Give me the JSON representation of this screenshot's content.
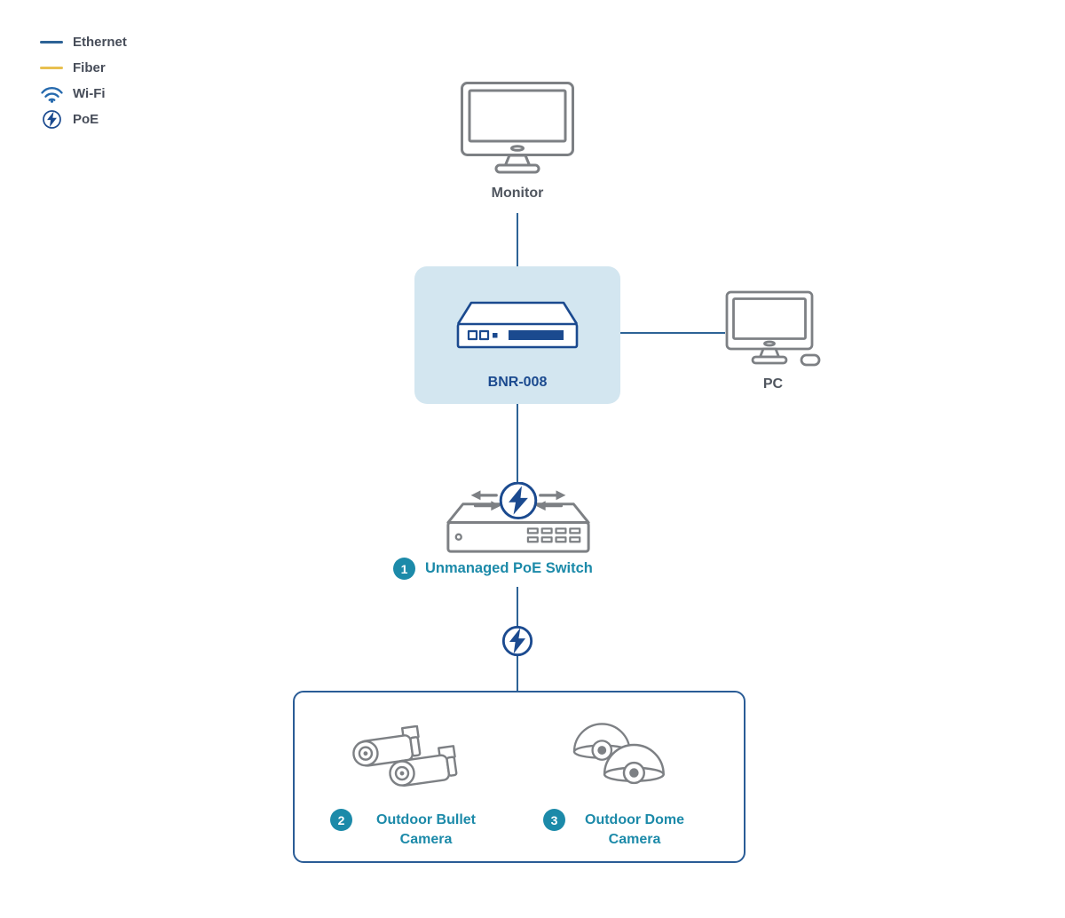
{
  "legend": {
    "items": [
      {
        "label": "Ethernet",
        "swatch": "ethernet-line"
      },
      {
        "label": "Fiber",
        "swatch": "fiber-line"
      },
      {
        "label": "Wi-Fi",
        "swatch": "wifi-icon"
      },
      {
        "label": "PoE",
        "swatch": "poe-icon"
      }
    ]
  },
  "nodes": {
    "monitor": {
      "label": "Monitor"
    },
    "nvr": {
      "label": "BNR-008"
    },
    "pc": {
      "label": "PC"
    },
    "poe_switch": {
      "badge": "1",
      "label": "Unmanaged PoE Switch"
    },
    "bullet_camera": {
      "badge": "2",
      "label": "Outdoor Bullet Camera"
    },
    "dome_camera": {
      "badge": "3",
      "label": "Outdoor Dome Camera"
    }
  },
  "colors": {
    "ethernet_line": "#2d6396",
    "fiber_line": "#e8c050",
    "device_navy": "#1b4a8f",
    "accent_teal": "#1c8aa9",
    "icon_gray": "#7d8084",
    "label_gray": "#50565f",
    "nvr_panel_bg": "#d3e6f0",
    "camera_group_border": "#2a5c96"
  }
}
